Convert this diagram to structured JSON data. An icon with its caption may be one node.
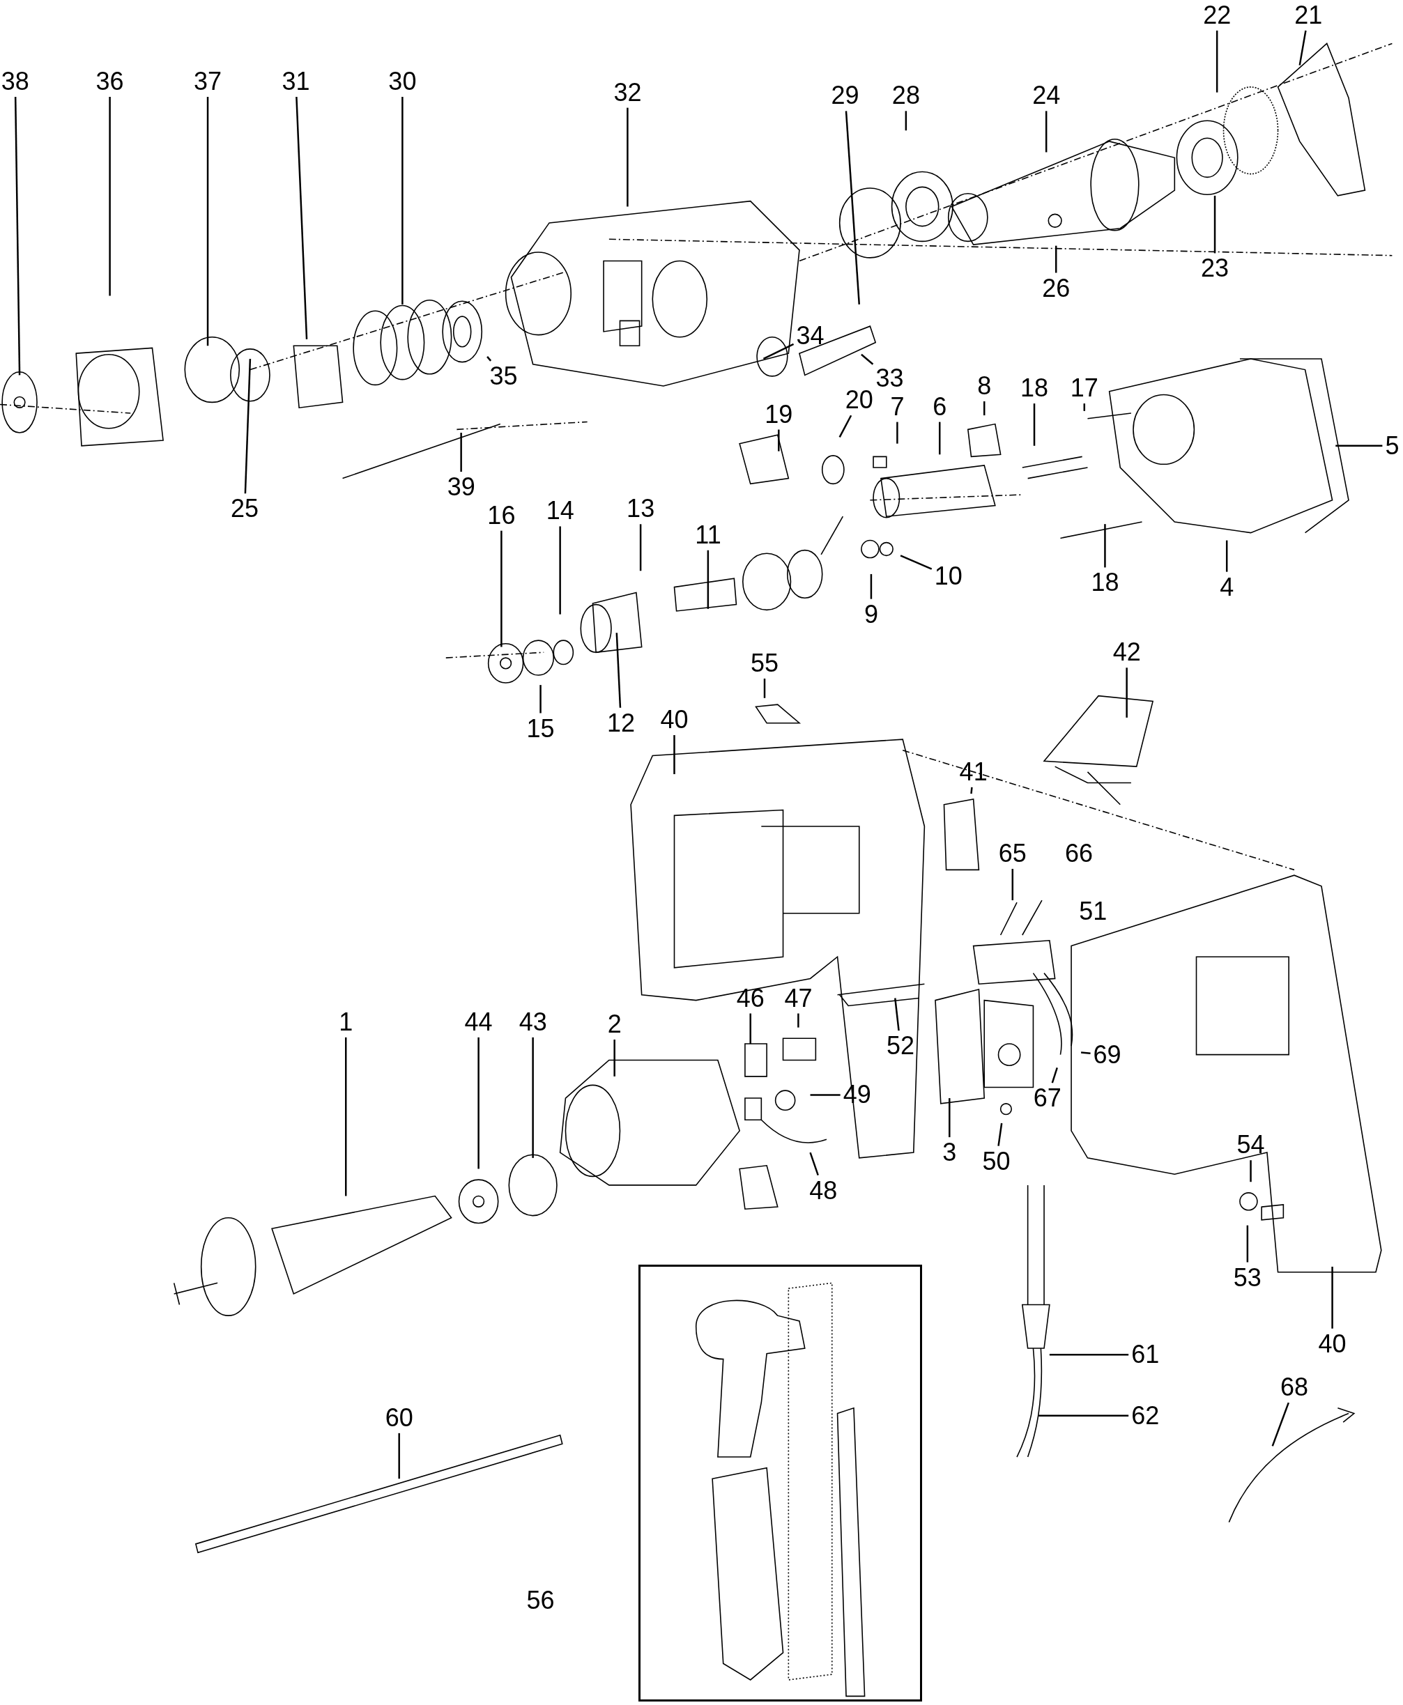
{
  "diagram": {
    "nodes": [
      {
        "text": [
          "38"
        ]
      },
      {
        "text": [
          "36"
        ]
      },
      {
        "text": [
          "37"
        ]
      },
      {
        "text": [
          "31"
        ]
      },
      {
        "text": [
          "30"
        ]
      },
      {
        "text": [
          "32"
        ]
      },
      {
        "text": [
          "29"
        ]
      },
      {
        "text": [
          "28"
        ]
      },
      {
        "text": [
          "24"
        ]
      },
      {
        "text": [
          "22"
        ]
      },
      {
        "text": [
          "21"
        ]
      },
      {
        "text": [
          "26"
        ]
      },
      {
        "text": [
          "23"
        ]
      },
      {
        "text": [
          "34"
        ]
      },
      {
        "text": [
          "33"
        ]
      },
      {
        "text": [
          "35"
        ]
      },
      {
        "text": [
          "25"
        ]
      },
      {
        "text": [
          "39"
        ]
      },
      {
        "text": [
          "19"
        ]
      },
      {
        "text": [
          "20"
        ]
      },
      {
        "text": [
          "7"
        ]
      },
      {
        "text": [
          "6"
        ]
      },
      {
        "text": [
          "8"
        ]
      },
      {
        "text": [
          "18"
        ]
      },
      {
        "text": [
          "17"
        ]
      },
      {
        "text": [
          "5"
        ]
      },
      {
        "text": [
          "18"
        ]
      },
      {
        "text": [
          "4"
        ]
      },
      {
        "text": [
          "10"
        ]
      },
      {
        "text": [
          "9"
        ]
      },
      {
        "text": [
          "11"
        ]
      },
      {
        "text": [
          "13"
        ]
      },
      {
        "text": [
          "16"
        ]
      },
      {
        "text": [
          "14"
        ]
      },
      {
        "text": [
          "15"
        ]
      },
      {
        "text": [
          "12"
        ]
      },
      {
        "text": [
          "55"
        ]
      },
      {
        "text": [
          "42"
        ]
      },
      {
        "text": [
          "40"
        ]
      },
      {
        "text": [
          "41"
        ]
      },
      {
        "text": [
          "65"
        ]
      },
      {
        "text": [
          "46"
        ]
      },
      {
        "text": [
          "47"
        ]
      },
      {
        "text": [
          "2"
        ]
      },
      {
        "text": [
          "44"
        ]
      },
      {
        "text": [
          "43"
        ]
      },
      {
        "text": [
          "1"
        ]
      },
      {
        "text": [
          "49"
        ]
      },
      {
        "text": [
          "48"
        ]
      },
      {
        "text": [
          "52"
        ]
      },
      {
        "text": [
          "3"
        ]
      },
      {
        "text": [
          "50"
        ]
      },
      {
        "text": [
          "69"
        ]
      },
      {
        "text": [
          "67"
        ]
      },
      {
        "text": [
          "54"
        ]
      },
      {
        "text": [
          "53"
        ]
      },
      {
        "text": [
          "40"
        ]
      },
      {
        "text": [
          "61"
        ]
      },
      {
        "text": [
          "62"
        ]
      },
      {
        "text": [
          "68"
        ]
      },
      {
        "text": [
          "60"
        ]
      },
      {
        "text": [
          "56"
        ]
      }
    ],
    "edges": [
      {
        "from": 0,
        "to": null,
        "arrow": "none"
      },
      {
        "from": 1,
        "to": null,
        "arrow": "none"
      },
      {
        "from": 2,
        "to": null,
        "arrow": "none"
      },
      {
        "from": 3,
        "to": null,
        "arrow": "none"
      },
      {
        "from": 4,
        "to": null,
        "arrow": "none"
      },
      {
        "from": 5,
        "to": null,
        "arrow": "none"
      },
      {
        "from": 6,
        "to": null,
        "arrow": "none"
      },
      {
        "from": 7,
        "to": null,
        "arrow": "none"
      },
      {
        "from": 8,
        "to": null,
        "arrow": "none"
      },
      {
        "from": 9,
        "to": null,
        "arrow": "none"
      },
      {
        "from": 10,
        "to": null,
        "arrow": "none"
      },
      {
        "from": 11,
        "to": null,
        "arrow": "none"
      },
      {
        "from": 12,
        "to": null,
        "arrow": "none"
      },
      {
        "from": 13,
        "to": null,
        "arrow": "none"
      },
      {
        "from": 14,
        "to": null,
        "arrow": "none"
      },
      {
        "from": 15,
        "to": null,
        "arrow": "none"
      },
      {
        "from": 16,
        "to": null,
        "arrow": "none"
      },
      {
        "from": 17,
        "to": null,
        "arrow": "none"
      },
      {
        "from": 18,
        "to": null,
        "arrow": "none"
      },
      {
        "from": 19,
        "to": null,
        "arrow": "none"
      },
      {
        "from": 20,
        "to": null,
        "arrow": "none"
      },
      {
        "from": 21,
        "to": null,
        "arrow": "none"
      },
      {
        "from": 22,
        "to": null,
        "arrow": "none"
      },
      {
        "from": 23,
        "to": null,
        "arrow": "none"
      },
      {
        "from": 24,
        "to": null,
        "arrow": "none"
      },
      {
        "from": 25,
        "to": null,
        "arrow": "none"
      },
      {
        "from": 26,
        "to": null,
        "arrow": "none"
      },
      {
        "from": 27,
        "to": null,
        "arrow": "none"
      },
      {
        "from": 28,
        "to": null,
        "arrow": "none"
      },
      {
        "from": 29,
        "to": null,
        "arrow": "none"
      },
      {
        "from": 30,
        "to": null,
        "arrow": "none"
      },
      {
        "from": 31,
        "to": null,
        "arrow": "none"
      },
      {
        "from": 32,
        "to": null,
        "arrow": "none"
      },
      {
        "from": 33,
        "to": null,
        "arrow": "none"
      },
      {
        "from": 34,
        "to": null,
        "arrow": "none"
      },
      {
        "from": 35,
        "to": null,
        "arrow": "none"
      },
      {
        "from": 36,
        "to": null,
        "arrow": "none"
      },
      {
        "from": 37,
        "to": null,
        "arrow": "none"
      },
      {
        "from": 38,
        "to": null,
        "arrow": "none"
      },
      {
        "from": 39,
        "to": null,
        "arrow": "none"
      },
      {
        "from": 40,
        "to": null,
        "arrow": "none"
      },
      {
        "from": 41,
        "to": null,
        "arrow": "none"
      },
      {
        "from": 42,
        "to": null,
        "arrow": "none"
      },
      {
        "from": 43,
        "to": null,
        "arrow": "none"
      },
      {
        "from": 44,
        "to": null,
        "arrow": "none"
      },
      {
        "from": 45,
        "to": null,
        "arrow": "none"
      },
      {
        "from": 46,
        "to": null,
        "arrow": "none"
      },
      {
        "from": 47,
        "to": null,
        "arrow": "none"
      },
      {
        "from": 48,
        "to": null,
        "arrow": "none"
      },
      {
        "from": 49,
        "to": null,
        "arrow": "none"
      },
      {
        "from": 50,
        "to": null,
        "arrow": "none"
      },
      {
        "from": 51,
        "to": null,
        "arrow": "none"
      },
      {
        "from": 52,
        "to": null,
        "arrow": "none"
      },
      {
        "from": 53,
        "to": null,
        "arrow": "none"
      },
      {
        "from": 54,
        "to": null,
        "arrow": "none"
      },
      {
        "from": 55,
        "to": null,
        "arrow": "none"
      },
      {
        "from": 56,
        "to": null,
        "arrow": "none"
      },
      {
        "from": 57,
        "to": null,
        "arrow": "none"
      },
      {
        "from": 58,
        "to": null,
        "arrow": "none"
      },
      {
        "from": 59,
        "to": null,
        "arrow": "none"
      },
      {
        "from": 60,
        "to": null,
        "arrow": "none"
      }
    ],
    "labels": [
      "66",
      "51"
    ]
  }
}
